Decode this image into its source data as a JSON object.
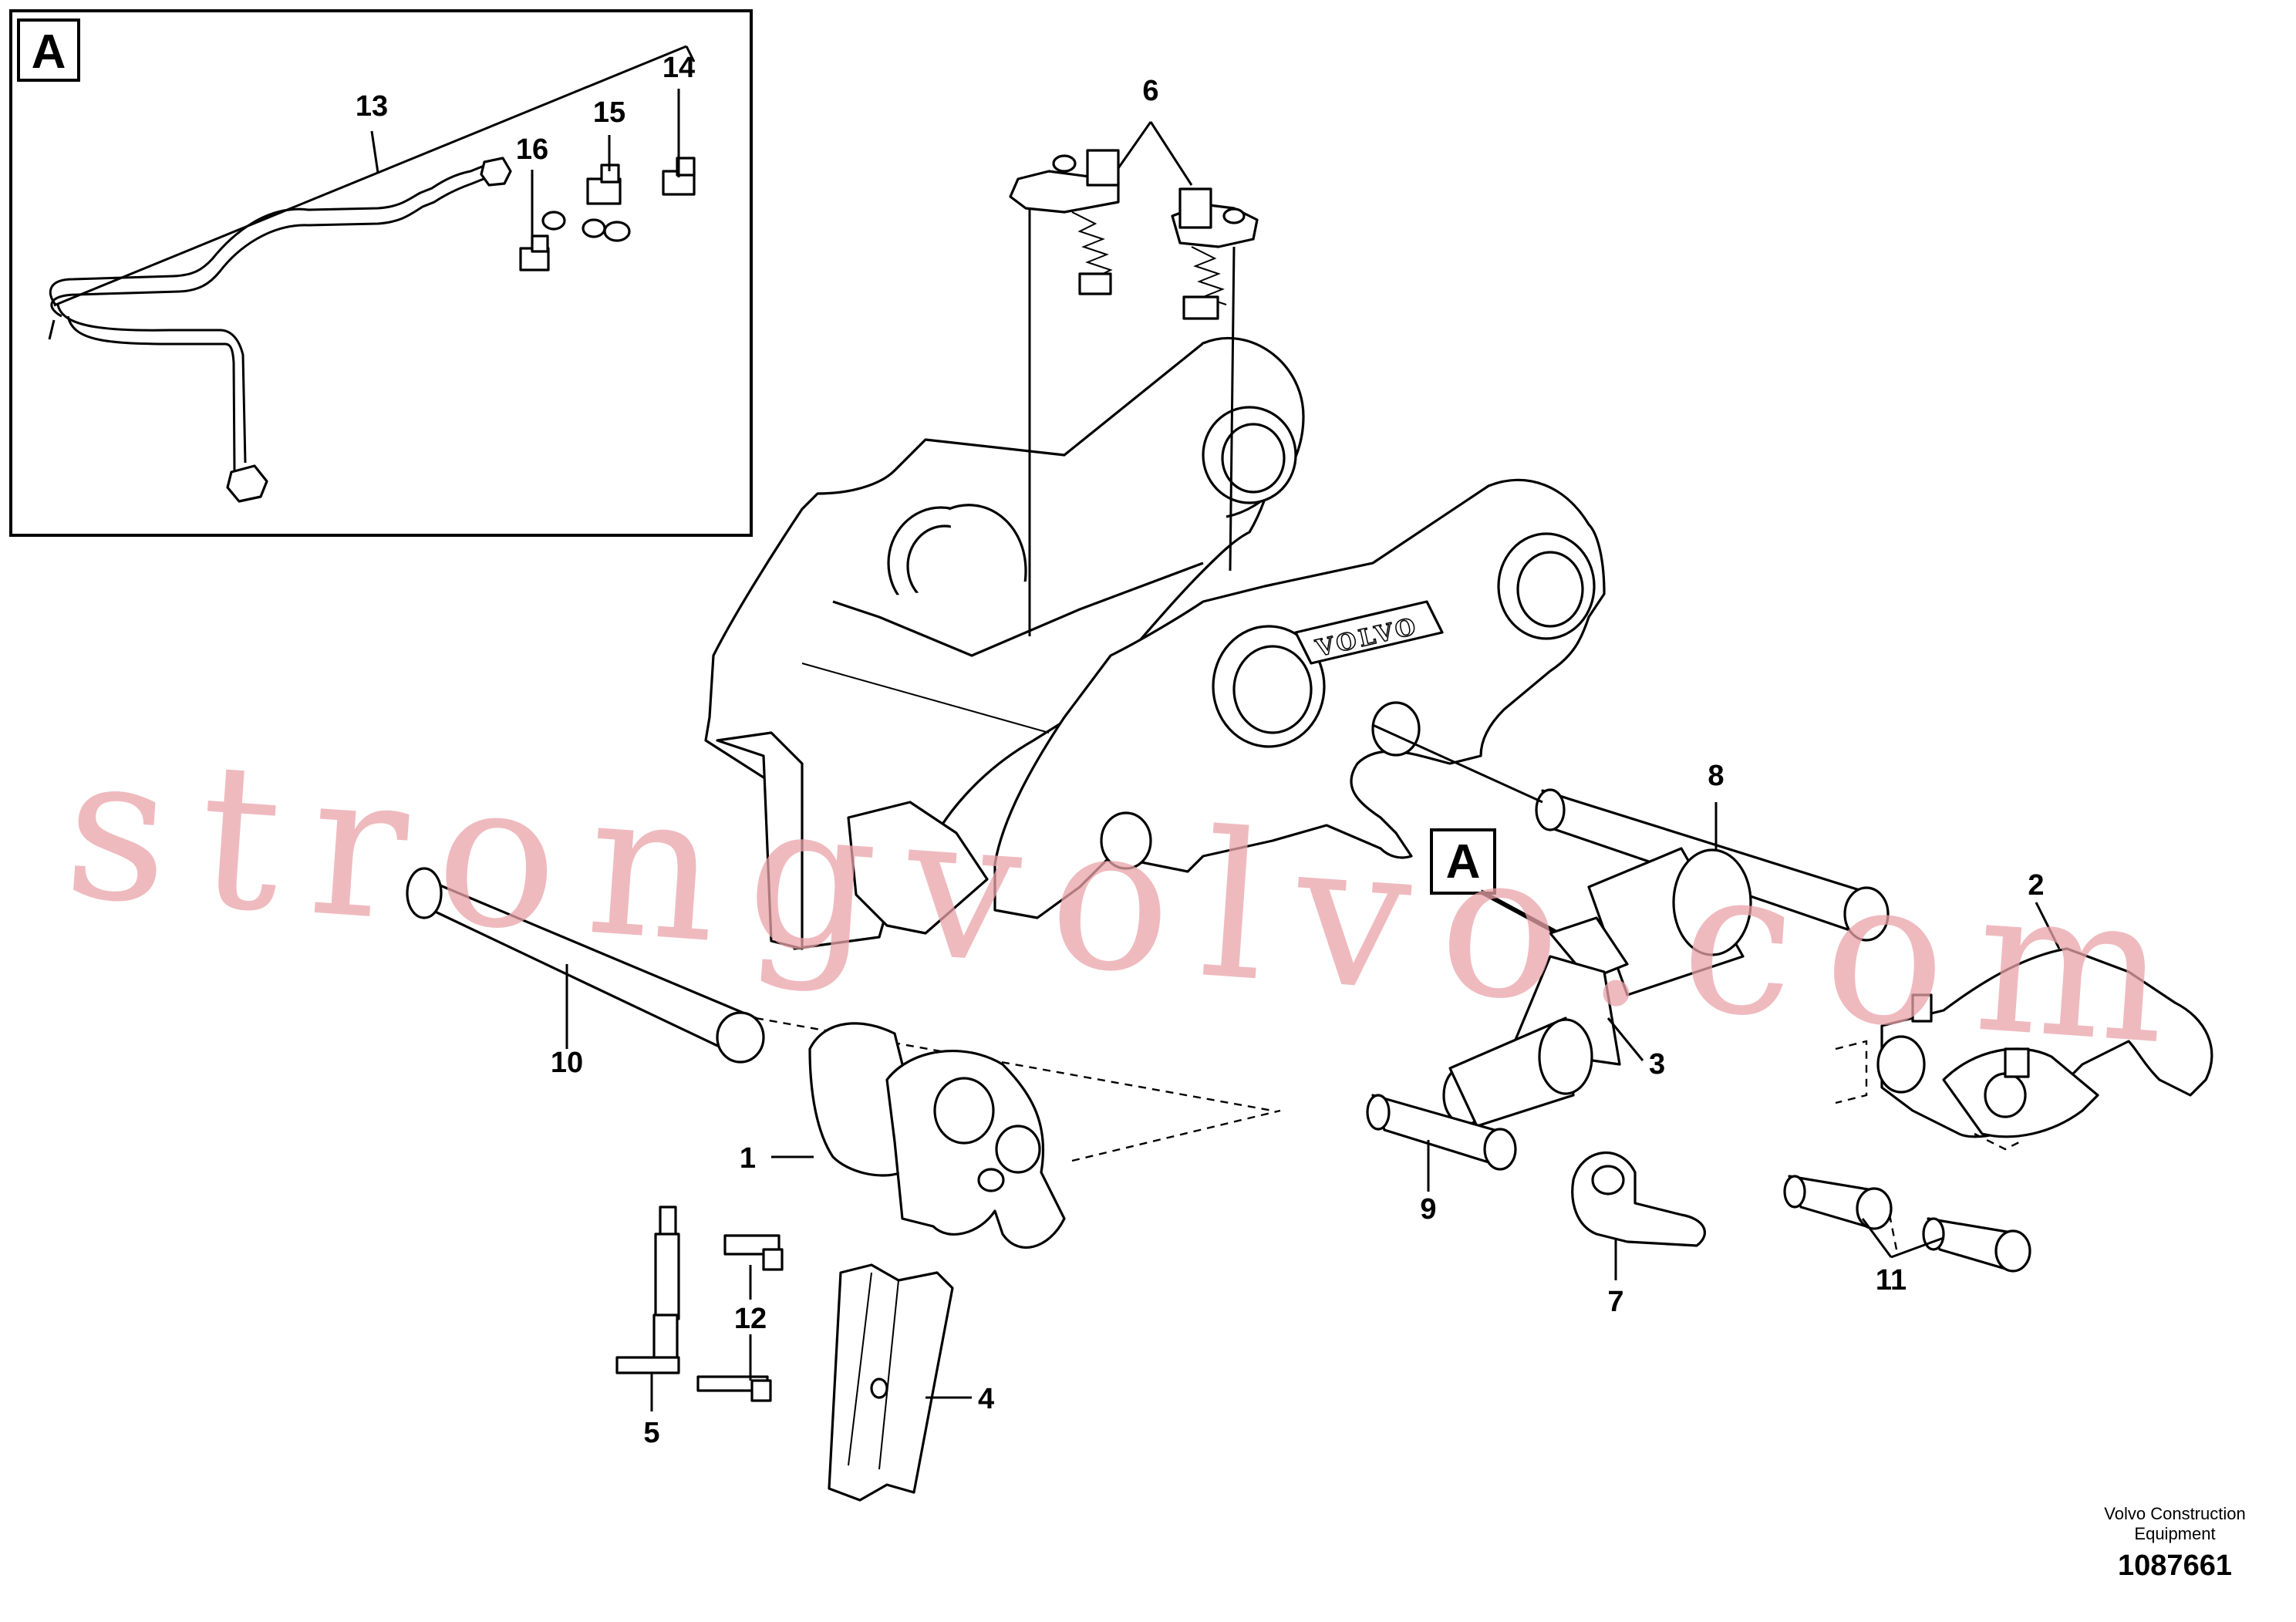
{
  "inset": {
    "label": "A"
  },
  "callout": {
    "label": "A"
  },
  "watermark": "strongvolvo.com",
  "brand_plate": "VOLVO",
  "footer": {
    "company": "Volvo Construction",
    "company_line2": "Equipment",
    "doc_number": "1087661"
  },
  "part_labels": {
    "p1": "1",
    "p2": "2",
    "p3": "3",
    "p4": "4",
    "p5": "5",
    "p6": "6",
    "p7": "7",
    "p8": "8",
    "p9": "9",
    "p10": "10",
    "p11": "11",
    "p12": "12",
    "p13": "13",
    "p14": "14",
    "p15": "15",
    "p16": "16"
  }
}
